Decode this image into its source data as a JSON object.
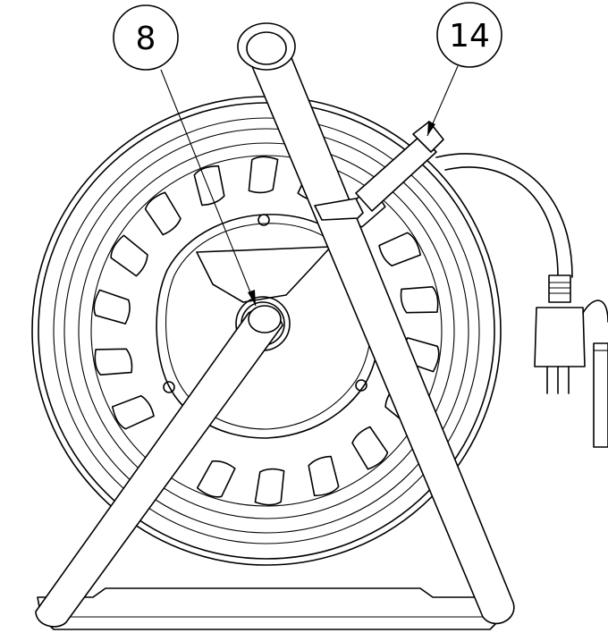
{
  "callouts": [
    {
      "id": "callout-8",
      "label": "8"
    },
    {
      "id": "callout-14",
      "label": "14"
    }
  ],
  "colors": {
    "line": "#000000",
    "background": "#ffffff"
  }
}
